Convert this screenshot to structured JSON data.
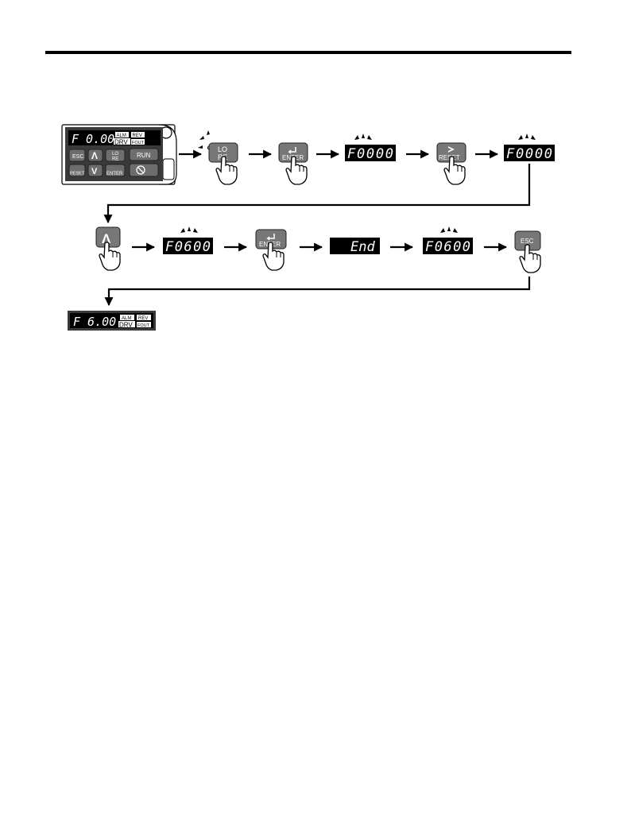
{
  "keypad": {
    "display": "F  0.00",
    "alm": "ALM",
    "rev": "REV",
    "drv": "DRV",
    "fout": "FOUT",
    "keys": {
      "esc": "ESC",
      "up": "Λ",
      "lo_re_top": "LO",
      "lo_re_bottom": "RE",
      "run": "RUN",
      "reset": "RESET",
      "down": "V",
      "enter": "ENTER"
    }
  },
  "steps_row1": [
    {
      "kind": "button",
      "top": "LO",
      "bottom": "RE"
    },
    {
      "kind": "button",
      "bottom": "ENTER"
    },
    {
      "kind": "display",
      "text": "F0000"
    },
    {
      "kind": "button",
      "bottom": "RESET"
    },
    {
      "kind": "display",
      "text": "F0000"
    }
  ],
  "steps_row2": [
    {
      "kind": "button",
      "bottom": "Λ"
    },
    {
      "kind": "display",
      "text": "F0600"
    },
    {
      "kind": "button",
      "bottom": "ENTER"
    },
    {
      "kind": "display",
      "text": "End"
    },
    {
      "kind": "display",
      "text": "F0600"
    },
    {
      "kind": "button",
      "bottom": "ESC"
    }
  ],
  "final_display": {
    "text": "F  6.00",
    "alm": "ALM",
    "rev": "REV",
    "drv": "DRV",
    "fout": "FOUT"
  }
}
